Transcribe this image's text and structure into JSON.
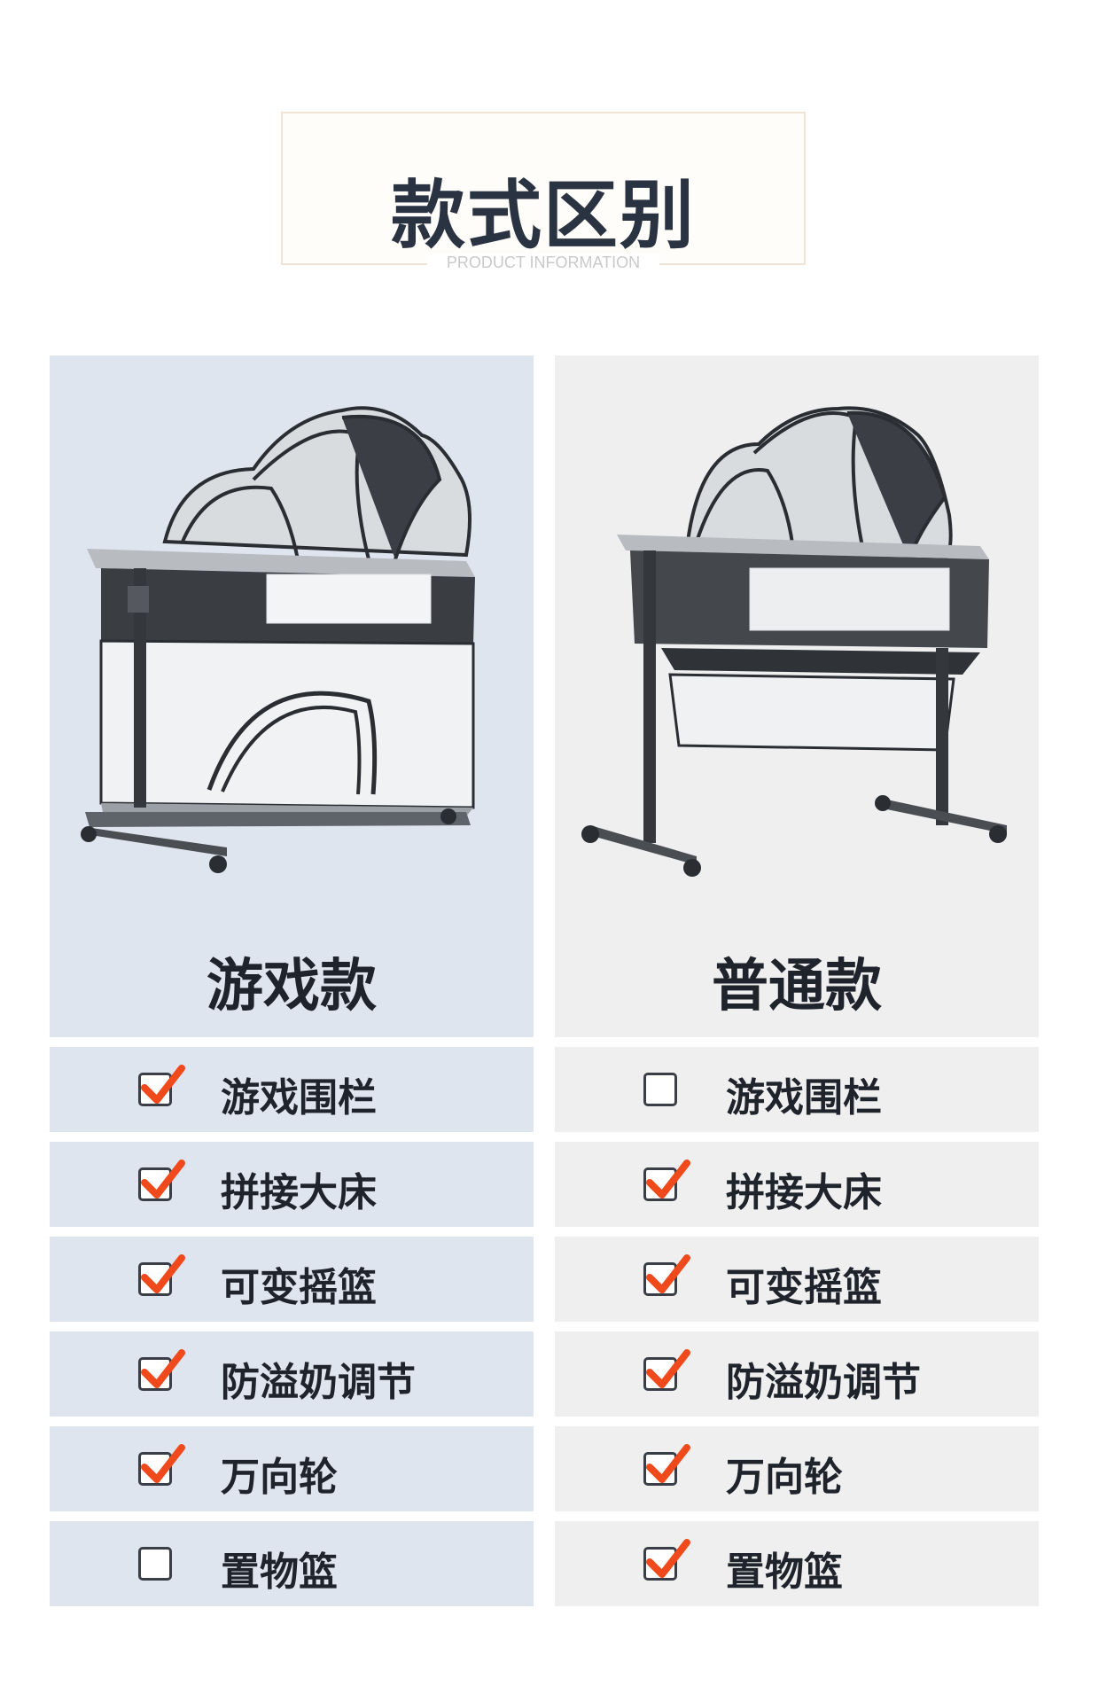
{
  "header": {
    "title": "款式区别",
    "subtitle": "PRODUCT INFORMATION"
  },
  "colors": {
    "check_mark": "#f04a1c",
    "left_bg": "#dfe5ef",
    "right_bg": "#efefef",
    "title_text": "#2a3342"
  },
  "variants": [
    {
      "name": "游戏款",
      "features": [
        {
          "label": "游戏围栏",
          "checked": true
        },
        {
          "label": "拼接大床",
          "checked": true
        },
        {
          "label": "可变摇篮",
          "checked": true
        },
        {
          "label": "防溢奶调节",
          "checked": true
        },
        {
          "label": "万向轮",
          "checked": true
        },
        {
          "label": "置物篮",
          "checked": false
        }
      ]
    },
    {
      "name": "普通款",
      "features": [
        {
          "label": "游戏围栏",
          "checked": false
        },
        {
          "label": "拼接大床",
          "checked": true
        },
        {
          "label": "可变摇篮",
          "checked": true
        },
        {
          "label": "防溢奶调节",
          "checked": true
        },
        {
          "label": "万向轮",
          "checked": true
        },
        {
          "label": "置物篮",
          "checked": true
        }
      ]
    }
  ]
}
